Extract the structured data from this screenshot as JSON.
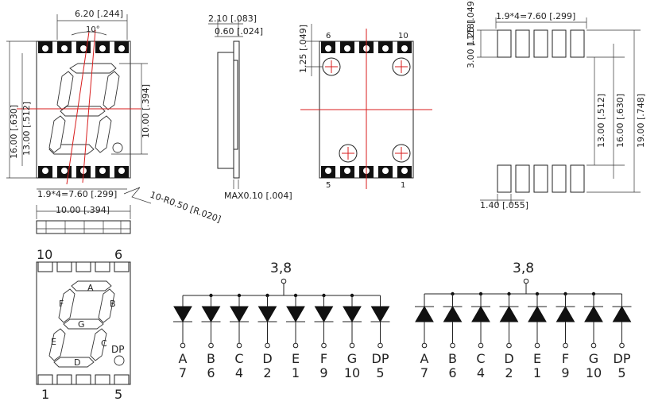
{
  "front_view": {
    "width_dim": "6.20 [.244]",
    "angle": "10°",
    "height_outer_dim": "16.00 [.630]",
    "height_inner_dim": "13.00 [.512]",
    "digit_height_dim": "10.00 [.394]",
    "pitch_dim": "1.9*4=7.60 [.299]",
    "radius_dim": "10-R0.50 [R.020]"
  },
  "bottom_view": {
    "width_dim": "10.00 [.394]"
  },
  "side_view": {
    "thickness_dim": "2.10 [.083]",
    "lens_dim": "0.60 [.024]",
    "max_dim": "MAX0.10 [.004]"
  },
  "back_view": {
    "pin_top_left": "6",
    "pin_top_right": "10",
    "pin_bottom_left": "5",
    "pin_bottom_right": "1",
    "offset_dim": "1.25 [.049]"
  },
  "footprint": {
    "pitch_dim": "1.9*4=7.60 [.299]",
    "pad_height_dim": "3.00 [.118]",
    "inner_dim": "13.00 [.512]",
    "mid_dim": "16.00 [.630]",
    "outer_dim": "19.00 [.748]",
    "pad_width_dim": "1.40 [.055]"
  },
  "pinout": {
    "pin_top_left": "10",
    "pin_top_right": "6",
    "pin_bottom_left": "1",
    "pin_bottom_right": "5",
    "segments": {
      "a": "A",
      "b": "B",
      "c": "C",
      "d": "D",
      "e": "E",
      "f": "F",
      "g": "G",
      "dp": "DP"
    }
  },
  "circuits": [
    {
      "common_label": "3,8",
      "orientation": "common-anode",
      "segments": [
        "A",
        "B",
        "C",
        "D",
        "E",
        "F",
        "G",
        "DP"
      ],
      "pins": [
        "7",
        "6",
        "4",
        "2",
        "1",
        "9",
        "10",
        "5"
      ]
    },
    {
      "common_label": "3,8",
      "orientation": "common-cathode",
      "segments": [
        "A",
        "B",
        "C",
        "D",
        "E",
        "F",
        "G",
        "DP"
      ],
      "pins": [
        "7",
        "6",
        "4",
        "2",
        "1",
        "9",
        "10",
        "5"
      ]
    }
  ]
}
